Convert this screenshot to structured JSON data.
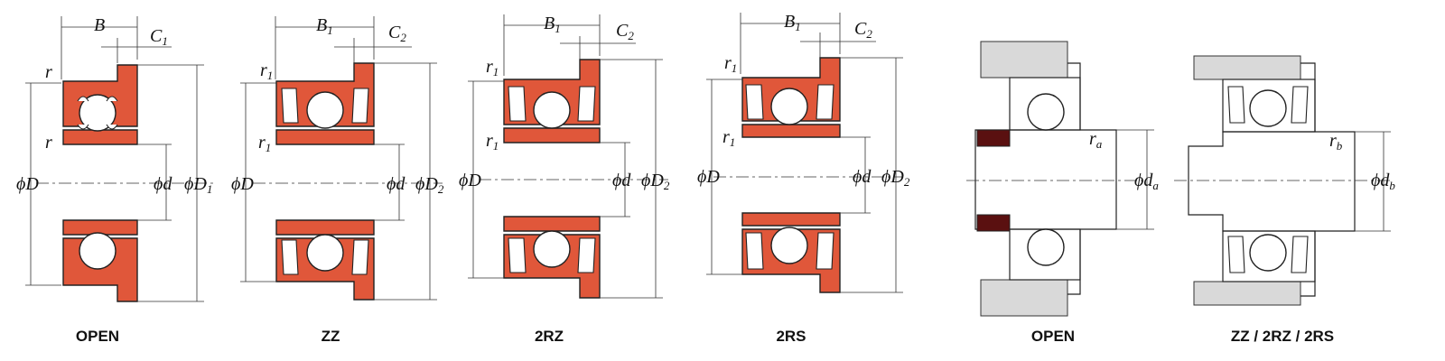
{
  "figures": [
    {
      "caption": "OPEN",
      "width_label": "B",
      "flange_label": "C",
      "flange_sub": "1",
      "corner": "r",
      "corner_sub": "",
      "bore": "d",
      "bore_sub": "",
      "outer": "D",
      "outer_sub": "",
      "flange_dia": "D",
      "flange_dia_sub": "1",
      "phi": "ϕ"
    },
    {
      "caption": "ZZ",
      "width_label": "B",
      "width_sub": "1",
      "flange_label": "C",
      "flange_sub": "2",
      "corner": "r",
      "corner_sub": "1",
      "bore": "d",
      "outer": "D",
      "flange_dia": "D",
      "flange_dia_sub": "2",
      "phi": "ϕ"
    },
    {
      "caption": "2RZ",
      "width_label": "B",
      "width_sub": "1",
      "flange_label": "C",
      "flange_sub": "2",
      "corner": "r",
      "corner_sub": "1",
      "bore": "d",
      "outer": "D",
      "flange_dia": "D",
      "flange_dia_sub": "2",
      "phi": "ϕ"
    },
    {
      "caption": "2RS",
      "width_label": "B",
      "width_sub": "1",
      "flange_label": "C",
      "flange_sub": "2",
      "corner": "r",
      "corner_sub": "1",
      "bore": "d",
      "outer": "D",
      "flange_dia": "D",
      "flange_dia_sub": "2",
      "phi": "ϕ"
    },
    {
      "caption": "OPEN",
      "corner": "r",
      "corner_sub": "a",
      "bore": "d",
      "bore_sub": "a",
      "phi": "ϕ"
    },
    {
      "caption": "ZZ / 2RZ / 2RS",
      "corner": "r",
      "corner_sub": "b",
      "bore": "d",
      "bore_sub": "b",
      "phi": "ϕ"
    }
  ],
  "colors": {
    "ring": "#e0573a",
    "housing": "#d9d9d9",
    "spacer": "#5a1010"
  }
}
